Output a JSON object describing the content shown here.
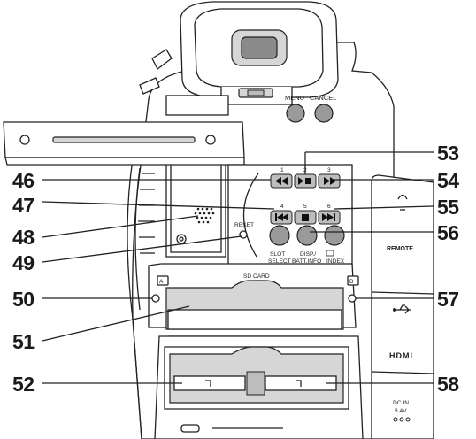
{
  "labels": {
    "menu": "MENU",
    "cancel": "CANCEL",
    "reset": "RESET",
    "slot_select_1": "SLOT",
    "slot_select_2": "SELECT",
    "disp_1": "DISP./",
    "disp_2": "BATT.INFO",
    "index_2": "INDEX",
    "sd_card": "SD CARD",
    "remote": "REMOTE",
    "hdmi": "HDMI",
    "dc_in_1": "DC IN",
    "dc_in_2": "8.4V",
    "slot_a": "A",
    "slot_b": "B",
    "btn_num_1": "1",
    "btn_num_2": "2",
    "btn_num_3": "3",
    "btn_num_4": "4",
    "btn_num_5": "5",
    "btn_num_6": "6"
  },
  "callouts": {
    "c46": "46",
    "c47": "47",
    "c48": "48",
    "c49": "49",
    "c50": "50",
    "c51": "51",
    "c52": "52",
    "c53": "53",
    "c54": "54",
    "c55": "55",
    "c56": "56",
    "c57": "57",
    "c58": "58"
  },
  "icons": {
    "rewind": "rewind-icon",
    "play_stop": "play-stop-icon",
    "fast_forward": "fast-forward-icon",
    "skip_back": "skip-back-icon",
    "stop": "stop-icon",
    "skip_forward": "skip-forward-icon",
    "usb": "usb-icon",
    "headphone": "headphone-icon"
  }
}
